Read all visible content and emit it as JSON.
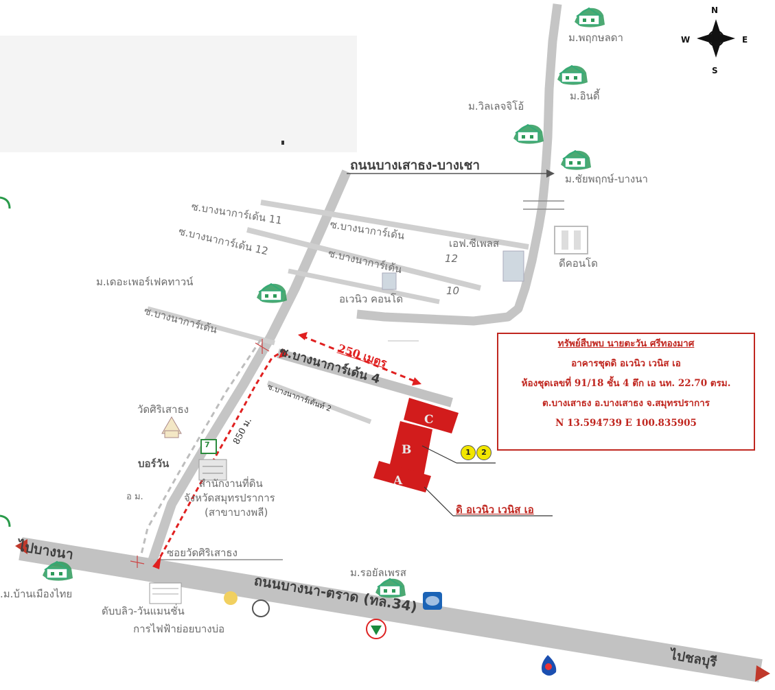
{
  "compass": {
    "n": "N",
    "s": "S",
    "e": "E",
    "w": "W"
  },
  "roads": {
    "main_highway": "ถนนบางนา-ตราด (ทล.34)",
    "to_bangna": "ไปบางนา",
    "to_chonburi": "ไปชลบุรี",
    "bangsaothong_road": "ถนนบางเสาธง-บางเชา",
    "soi_wat": "ซอยวัดศิริเสาธง",
    "soi_11": "ซ.บางนาการ์เด้น 11",
    "soi_12": "ซ.บางนาการ์เด้น 12",
    "soi_12_short": "ซ.บางนาการ์เด้น",
    "soi_10": "ซ.บางนาการ์เด้น",
    "soi_unlabeled": "ซ.บางนาการ์เด้น",
    "soi_4": "ซ.บางนาการ์เด้น 4",
    "soi_2": "ซ.บางนาการ์เด้นท์ 2",
    "num_12": "12",
    "num_10": "10"
  },
  "places": {
    "pruksalada": "ม.พฤกษลดา",
    "indy": "ม.อินดี้",
    "village_geo": "ม.วิลเลจจิโอ้",
    "chaiyapruk": "ม.ชัยพฤกษ์-บางนา",
    "f_place": "เอฟ.ซีเพลส",
    "d_condo": "ดีคอนโด",
    "perfect_town": "ม.เดอะเพอร์เฟคทาวน์",
    "avenue_condo": "อเวนิว คอนโด",
    "wat": "วัดศิริเสาธง",
    "boss_wan": "บอร์วัน",
    "om": "อ ม.",
    "land_office_1": "สำนักงานที่ดิน",
    "land_office_2": "จังหวัดสมุทรปราการ",
    "land_office_3": "(สาขาบางพลี)",
    "royal_place": "ม.รอยัลเพรส",
    "baan_muang_thai": ".ม.บ้านเมืองไทย",
    "ww": "ดับบลิว-วันแมนชั่น",
    "pea": "การไฟฟ้าย่อยบางบ่อ",
    "seven": "7"
  },
  "route": {
    "distance_250": "250 เมตร",
    "distance_850": "850 ม."
  },
  "property": {
    "bldg_a": "A",
    "bldg_b": "B",
    "bldg_c": "C",
    "marker_1": "1",
    "marker_2": "2",
    "name_label": "ดิ อเวนิว เวนิส เอ"
  },
  "info_box": {
    "line1": "ทรัพย์สืบพบ นายตะวัน ศรีทองมาศ",
    "line2": "อาคารชุดดิ อเวนิว เวนิส เอ",
    "line3": "ห้องชุดเลขที่ 91/18 ชั้น 4 ตึก เอ นท. 22.70 ตรม.",
    "line4": "ต.บางเสาธง อ.บางเสาธง จ.สมุทรปราการ",
    "line5": "N 13.594739 E 100.835905"
  },
  "colors": {
    "road": "#c7c7c7",
    "route": "#e02020",
    "building": "#d21c1c",
    "marker": "#f2e600",
    "tree": "#1e8a4a"
  },
  "icons": [
    "house-icon",
    "building-icon",
    "temple-icon",
    "seven-eleven-icon",
    "bank-icon",
    "gas-station-icon",
    "compass-icon"
  ]
}
